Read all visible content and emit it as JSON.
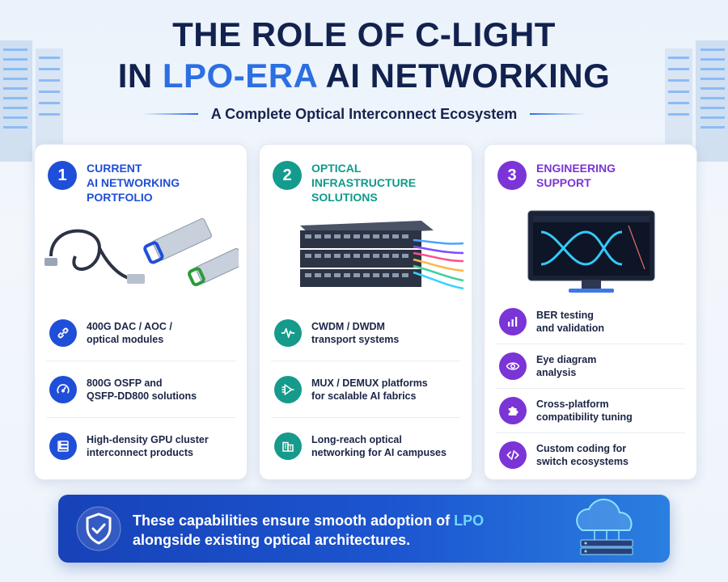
{
  "header": {
    "title_line1": "THE ROLE OF C-LIGHT",
    "title_line2_prefix": "IN ",
    "title_line2_accent": "LPO-ERA",
    "title_line2_suffix": " AI NETWORKING",
    "subtitle": "A Complete Optical Interconnect Ecosystem"
  },
  "colors": {
    "title": "#12224f",
    "accent": "#2b6fe3",
    "card1": "#1f4fd8",
    "card2": "#149b8e",
    "card3": "#7b34d6",
    "banner": "#1c55d0",
    "banner_highlight": "#6fd6ff"
  },
  "cards": [
    {
      "number": "1",
      "title_line1": "CURRENT",
      "title_line2": "AI NETWORKING PORTFOLIO",
      "visual": "cables-and-transceivers",
      "items": [
        {
          "icon": "link-icon",
          "text": "400G DAC / AOC /\noptical modules"
        },
        {
          "icon": "speedometer-icon",
          "text": "800G OSFP and\nQSFP-DD800 solutions"
        },
        {
          "icon": "server-rack-icon",
          "text": "High-density GPU cluster\ninterconnect products"
        }
      ]
    },
    {
      "number": "2",
      "title_line1": "OPTICAL",
      "title_line2": "INFRASTRUCTURE SOLUTIONS",
      "visual": "network-switch-with-fibers",
      "items": [
        {
          "icon": "waveform-icon",
          "text": "CWDM / DWDM\ntransport systems"
        },
        {
          "icon": "mux-icon",
          "text": "MUX / DEMUX platforms\nfor scalable AI fabrics"
        },
        {
          "icon": "buildings-icon",
          "text": "Long-reach optical\nnetworking for AI campuses"
        }
      ]
    },
    {
      "number": "3",
      "title_line1": "ENGINEERING",
      "title_line2": "SUPPORT",
      "visual": "monitor-eye-diagram",
      "items": [
        {
          "icon": "bar-chart-icon",
          "text": "BER testing\nand validation"
        },
        {
          "icon": "eye-icon",
          "text": "Eye diagram\nanalysis"
        },
        {
          "icon": "puzzle-icon",
          "text": "Cross-platform\ncompatibility tuning"
        },
        {
          "icon": "code-icon",
          "text": "Custom coding for\nswitch ecosystems"
        }
      ]
    }
  ],
  "banner": {
    "icon": "shield-check-icon",
    "text_before": "These capabilities ensure smooth adoption of ",
    "text_highlight": "LPO",
    "text_after": "\nalongside existing optical architectures.",
    "visual": "cloud-server-icon"
  }
}
